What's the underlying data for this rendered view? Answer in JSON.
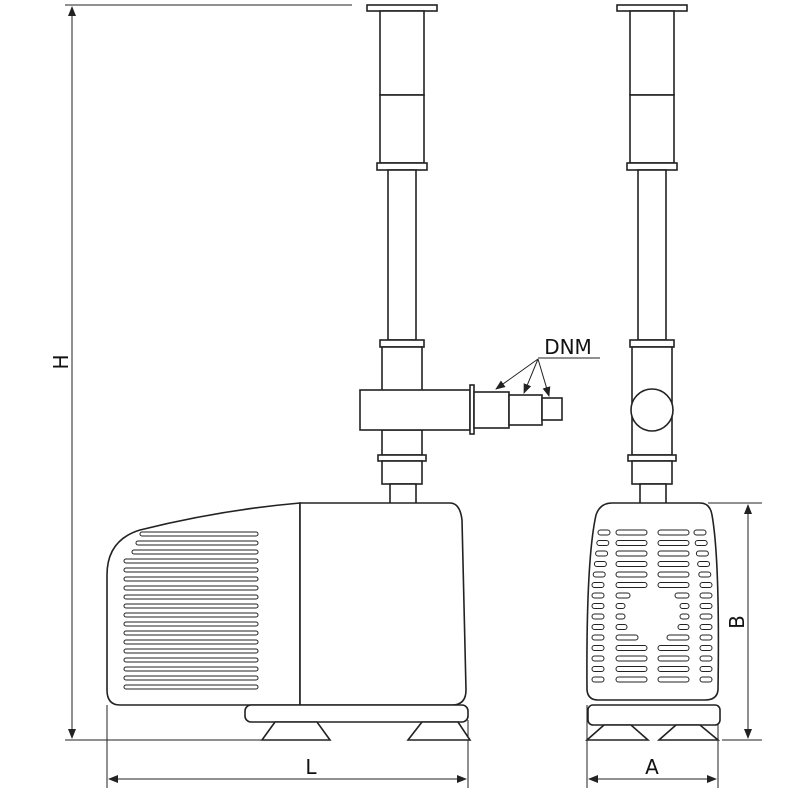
{
  "labels": {
    "height": "H",
    "length": "L",
    "width": "A",
    "body_height": "B",
    "nozzle": "DNM"
  }
}
